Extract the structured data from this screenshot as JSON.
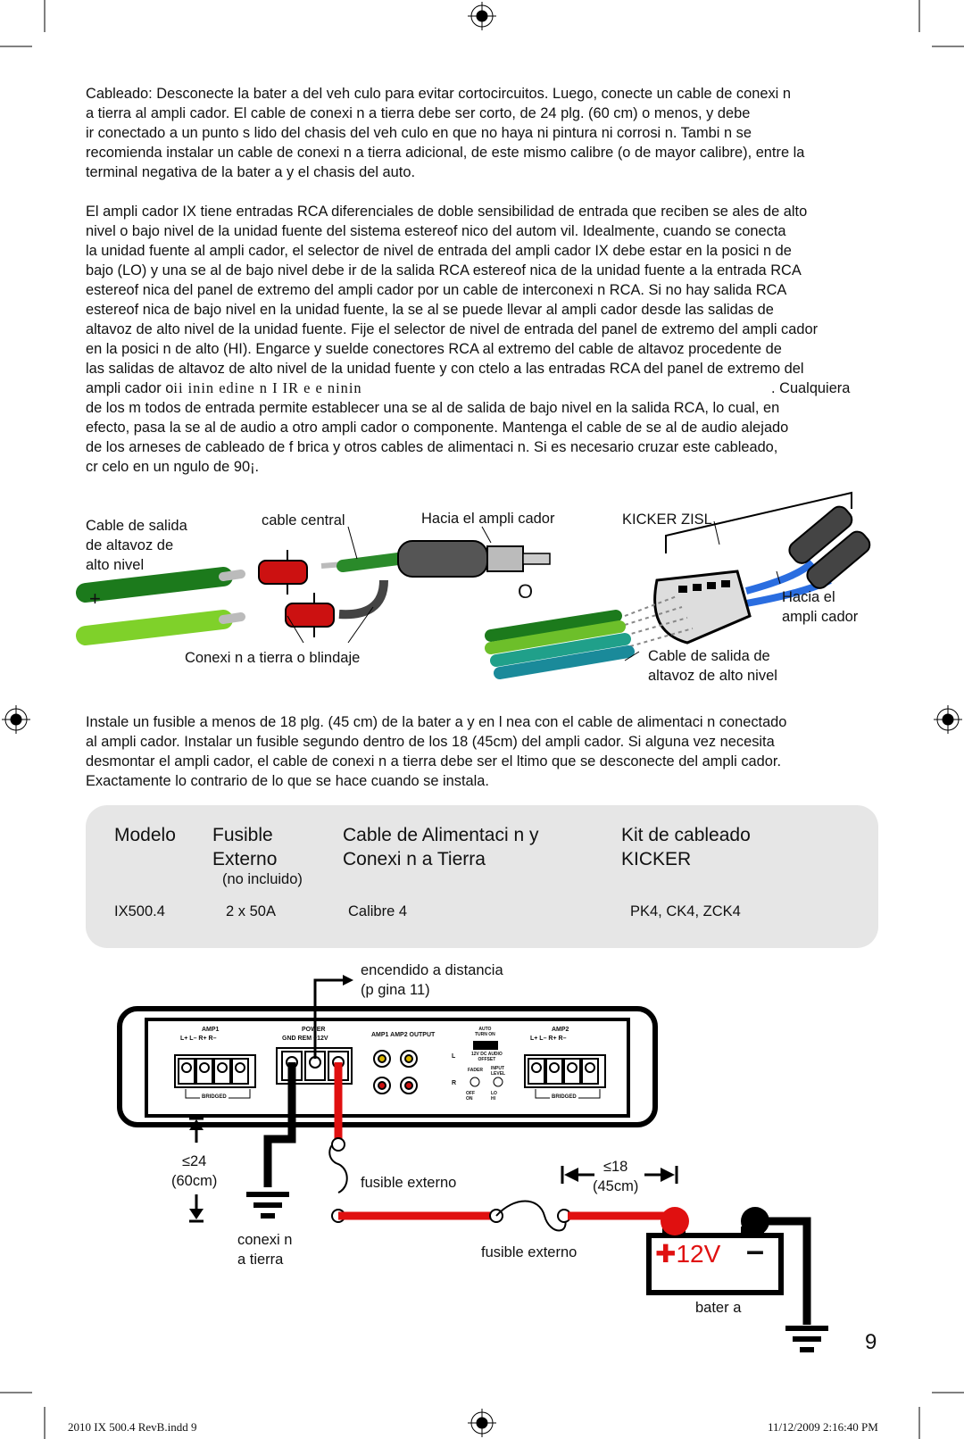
{
  "paragraphs": {
    "p1": "Cableado:  Desconecte la bater a del veh culo para evitar cortocircuitos. Luego, conecte un cable de conexi n\na tierra al ampli cador. El cable de conexi n a tierra debe ser corto, de 24 plg. (60 cm) o menos, y debe\nir conectado a un punto s lido del chasis del veh culo en que no haya ni pintura ni corrosi n. Tambi n se\nrecomienda instalar un cable de conexi n a tierra adicional, de este mismo calibre (o de mayor calibre), entre la\nterminal negativa de la bater a y el chasis del auto.",
    "p2": "El ampli cador IX tiene entradas RCA diferenciales de doble sensibilidad de entrada que reciben se ales de alto\nnivel o bajo nivel de la unidad fuente del sistema estereof nico del autom vil. Idealmente, cuando se conecta\nla unidad fuente al ampli cador, el selector de nivel de entrada del ampli cador IX debe estar en la posici n de\nbajo (LO) y una se al de bajo nivel debe ir de la salida RCA estereof nica de la unidad fuente a la entrada RCA\nestereof nica del panel de extremo del ampli cador por un cable de interconexi n RCA. Si no hay salida RCA\nestereof nica de bajo nivel en la unidad fuente, la se al se puede llevar al ampli cador desde las salidas de\naltavoz de alto nivel de la unidad fuente. Fije el selector de nivel de entrada del panel de extremo del ampli cador\nen la posici n de alto (HI). Engarce y suelde conectores RCA al extremo del cable de altavoz procedente de\nlas salidas de altavoz de alto nivel de la unidad fuente y con ctelo a las entradas RCA del panel de extremo del",
    "p2_last_left": "ampli cador o",
    "p2_garbled": "ii  inin edine n I IR  e e  ninin",
    "p2_last_right": ". Cualquiera",
    "p2b": "de los m todos de entrada permite establecer una se al de salida de bajo nivel en la salida RCA, lo cual, en\nefecto, pasa la se al de audio a otro ampli cador o componente. Mantenga el cable de se al de audio alejado\nde los arneses de cableado de f brica y otros cables de alimentaci n. Si es necesario cruzar este cableado,\ncr celo en un  ngulo de 90¡.",
    "p3": "Instale un fusible a menos de 18 plg. (45 cm) de la bater a y en l nea con el cable de alimentaci n conectado\nal ampli cador. Instalar un fusible segundo dentro de los 18  (45cm) del ampli cador. Si alguna vez necesita\ndesmontar el ampli cador, el cable de conexi n a tierra debe ser el  ltimo que se desconecte del ampli cador.\nExactamente lo contrario de lo que se hace cuando se instala."
  },
  "diagram1": {
    "speaker_out": "Cable de salida\nde altavoz de\nalto nivel",
    "center": "cable central",
    "to_amp": "Hacia el ampli cador",
    "kicker_zisl": "KICKER ZISL",
    "plus": "+",
    "or": "O",
    "to_amp2": "Hacia el\nampli cador",
    "ground_shield": "Conexi n a tierra o blindaje",
    "speaker_out2": "Cable de salida de\naltavoz de alto nivel"
  },
  "table": {
    "headers": {
      "model": "Modelo",
      "fuse": "Fusible\n   Externo",
      "cable": "Cable de Alimentaci n y\nConexi n a Tierra",
      "kit": "Kit de cableado\nKICKER"
    },
    "fuse_note": "(no incluido)",
    "row": {
      "model": "IX500.4",
      "fuse": "2 x 50A",
      "cable": "Calibre 4",
      "kit": "PK4, CK4, ZCK4"
    }
  },
  "diagram2": {
    "remote": "encendido a distancia\n(p gina 11)",
    "ground_len": "≤24\n(60cm)",
    "fuse1": "fusible externo",
    "fuse_len": "≤18\n(45cm)",
    "ground": "conexi n\na tierra",
    "fuse2": "fusible externo",
    "battery": "bater a",
    "plus12": "✚12V",
    "minus": "–",
    "panel": {
      "amp1": "AMP1",
      "power": "POWER",
      "amp2": "AMP2",
      "lr1": "L+  L–  R+  R–",
      "gnd": "GND   REM   +12V",
      "output": "AMP1  AMP2  OUTPUT",
      "auto": "AUTO\nTURN ON",
      "offset": "12V  DC  AUDIO\nOFFSET",
      "fader": "FADER",
      "input": "INPUT\nLEVEL",
      "bridged": "BRIDGED",
      "L": "L",
      "R": "R",
      "offon": "OFF\nON",
      "lohi": "LO\nHI"
    }
  },
  "page_number": "9",
  "footer": {
    "left": "2010 IX 500.4 RevB.indd   9",
    "right": "11/12/2009   2:16:40 PM"
  }
}
